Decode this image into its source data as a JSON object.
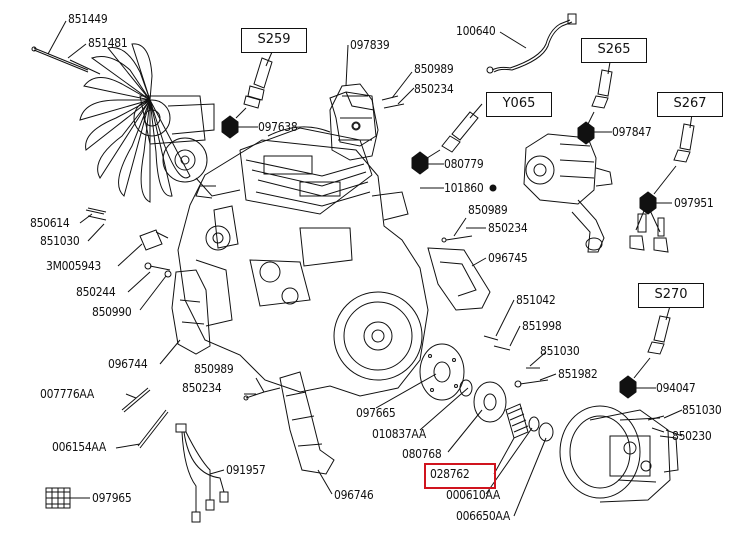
{
  "labels": {
    "p851449": "851449",
    "p851481": "851481",
    "p097638": "097638",
    "p097839": "097839",
    "p850989a": "850989",
    "p850234a": "850234",
    "p100640": "100640",
    "p097847": "097847",
    "p080779": "080779",
    "p101860": "101860",
    "p850989b": "850989",
    "p850234b": "850234",
    "p096745": "096745",
    "p097951": "097951",
    "p850614": "850614",
    "p851030a": "851030",
    "p3M005943": "3M005943",
    "p850244": "850244",
    "p850990": "850990",
    "p096744": "096744",
    "p851042": "851042",
    "p851998": "851998",
    "p851030b": "851030",
    "p851982": "851982",
    "p094047": "094047",
    "p851030c": "851030",
    "p850230": "850230",
    "p850989c": "850989",
    "p850234c": "850234",
    "p007776AA": "007776AA",
    "p097665": "097665",
    "p010837AA": "010837AA",
    "p080768": "080768",
    "p006154AA": "006154AA",
    "p091957": "091957",
    "p028762": "028762",
    "p096746": "096746",
    "p000610AA": "000610AA",
    "p006650AA": "006650AA",
    "p097965": "097965"
  },
  "sensors": {
    "s259": "S259",
    "y065": "Y065",
    "s265": "S265",
    "s267": "S267",
    "s270": "S270"
  },
  "colors": {
    "ink": "#111111",
    "highlight": "#d0141e"
  }
}
